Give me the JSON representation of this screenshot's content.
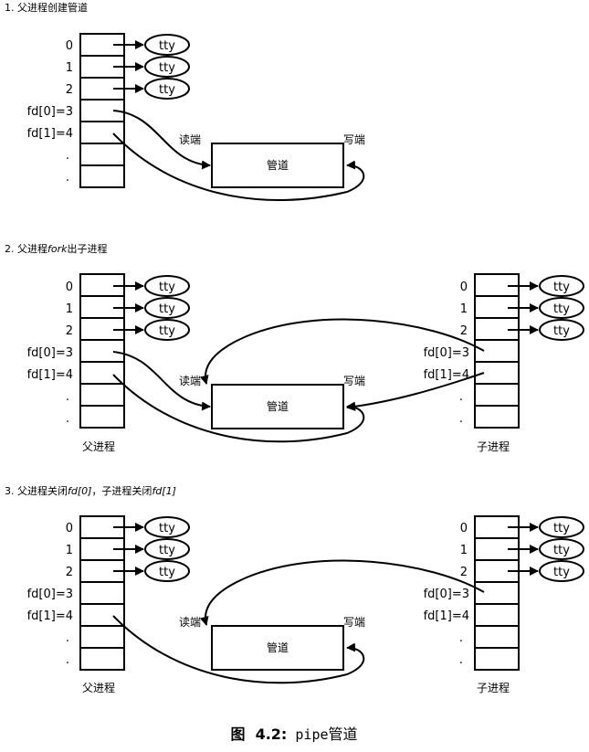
{
  "headings": {
    "step1": "1. 父进程创建管道",
    "step2_a": "2. 父进程",
    "step2_b": "fork",
    "step2_c": "出子进程",
    "step3_a": "3. 父进程关闭",
    "step3_b": "fd[0]",
    "step3_c": "，子进程关闭",
    "step3_d": "fd[1]"
  },
  "fd_labels": {
    "f0": "0",
    "f1": "1",
    "f2": "2",
    "f3": "fd[0]=3",
    "f4": "fd[1]=4",
    "dot": "."
  },
  "tty": "tty",
  "pipe": {
    "label": "管道",
    "read_end": "读端",
    "write_end": "写端"
  },
  "process": {
    "parent": "父进程",
    "child": "子进程"
  },
  "caption": {
    "prefix": "图",
    "number": "4.2:",
    "code": "pipe",
    "text": "管道"
  }
}
